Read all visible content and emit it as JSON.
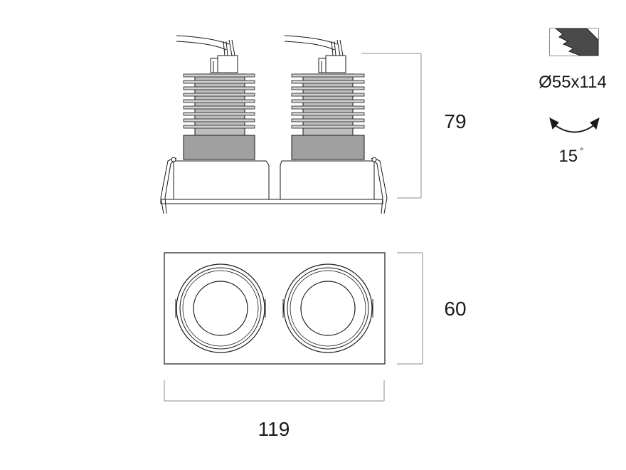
{
  "dimensions": {
    "height": "79",
    "depth": "60",
    "width": "119"
  },
  "cutout": {
    "label": "Ø55x114",
    "icon": "recessed-cutout-icon"
  },
  "tilt": {
    "label": "15",
    "degree_symbol": "°",
    "icon": "tilt-arrow-icon"
  },
  "colors": {
    "line": "#1a1a1a",
    "heatsink_body": "#a0a0a0",
    "heatsink_fin": "#c8c8c8",
    "cutout_dark": "#4a4a4a",
    "dimension_line": "#8c8c8c"
  }
}
